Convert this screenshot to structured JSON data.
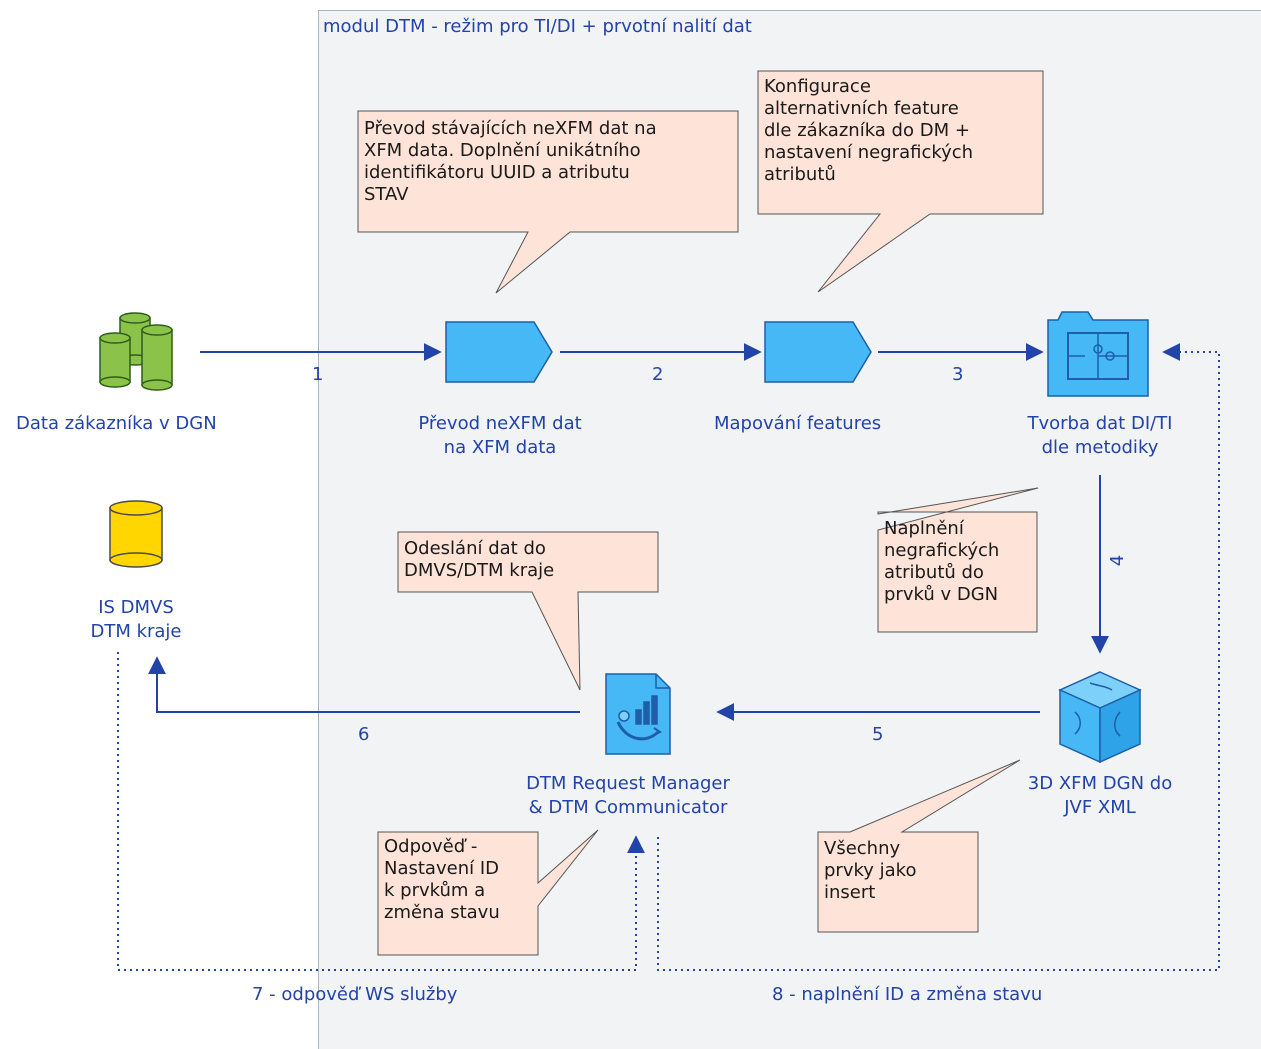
{
  "frame": {
    "title": "modul DTM - režim pro TI/DI + prvotní nalití dat"
  },
  "nodes": {
    "data_zakaznika": "Data zákazníka v DGN",
    "prevod_line1": "Převod neXFM dat",
    "prevod_line2": "na XFM data",
    "mapovani": "Mapování features",
    "tvorba_line1": "Tvorba dat DI/TI",
    "tvorba_line2": "dle metodiky",
    "is_dmvs_line1": "IS DMVS",
    "is_dmvs_line2": "DTM kraje",
    "dtm_rm_line1": "DTM Request Manager",
    "dtm_rm_line2": "& DTM Communicator",
    "xfm_line1": "3D XFM DGN do",
    "xfm_line2": "JVF XML"
  },
  "callouts": {
    "prevod": [
      "Převod stávajících neXFM dat na",
      "XFM data. Doplnění unikátního",
      "identifikátoru UUID a atributu",
      "STAV"
    ],
    "konfigurace": [
      "Konfigurace",
      "alternativních feature",
      "dle zákazníka do DM +",
      "nastavení negrafických",
      "atributů"
    ],
    "naplneni": [
      "Naplnění",
      "negrafických",
      "atributů do",
      "prvků v DGN"
    ],
    "odeslani": [
      "Odeslání dat do",
      "DMVS/DTM kraje"
    ],
    "odpoved": [
      "Odpověď -",
      "Nastavení ID",
      "k prvkům a",
      "změna stavu"
    ],
    "vsechny": [
      "Všechny",
      "prvky jako",
      "insert"
    ]
  },
  "edges": {
    "e1": "1",
    "e2": "2",
    "e3": "3",
    "e4": "4",
    "e5": "5",
    "e6": "6",
    "e7": "7 - odpověď WS služby",
    "e8": "8 - naplnění ID a změna stavu"
  },
  "icons": {
    "database_green": "database-stack-icon",
    "database_yellow": "database-icon",
    "process_shape": "process-pentagon-icon",
    "puzzle_folder": "puzzle-folder-icon",
    "puzzle_cube": "puzzle-cube-icon",
    "document_chart": "document-chart-icon"
  },
  "colors": {
    "accent_blue": "#2243a8",
    "shape_blue": "#45b8f5",
    "callout_fill": "#fde3d8",
    "green_db": "#8bc34a",
    "yellow_db": "#ffd600"
  }
}
